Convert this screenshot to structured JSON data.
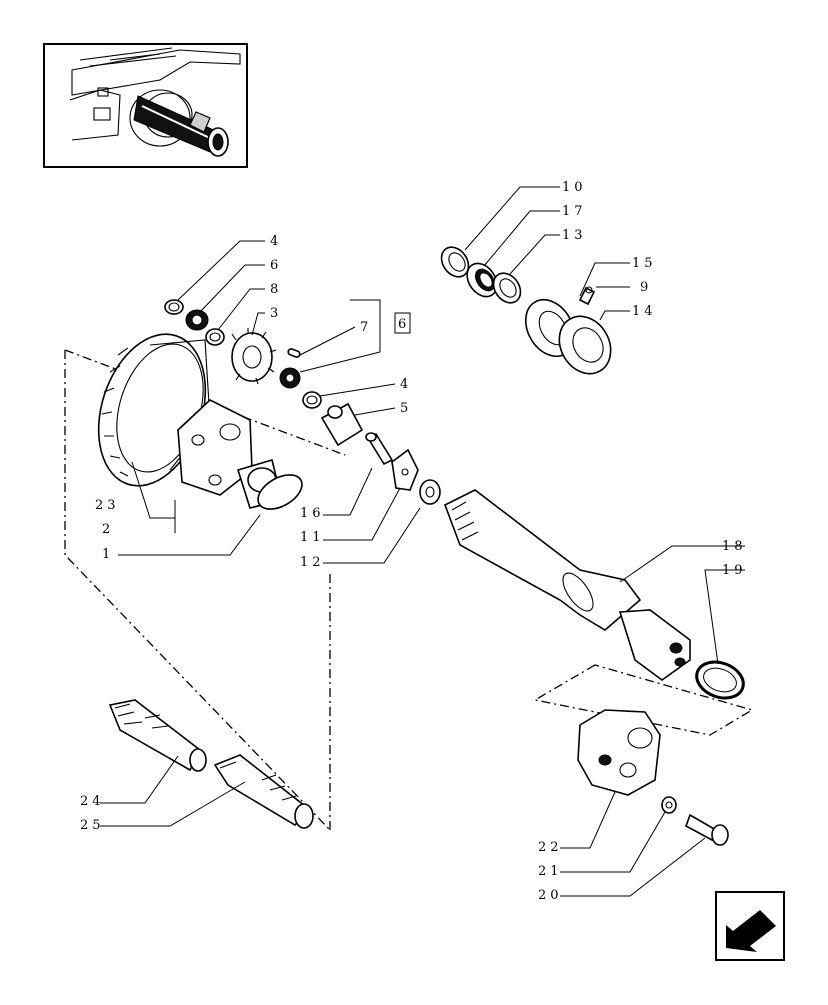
{
  "diagram": {
    "labels": {
      "l1": "1",
      "l2": "2",
      "l3": "3",
      "l4a": "4",
      "l4b": "4",
      "l5": "5",
      "l6": "6",
      "l6box": "6",
      "l7": "7",
      "l8": "8",
      "l9": "9",
      "l10": "10",
      "l11": "11",
      "l12": "12",
      "l13": "13",
      "l14": "14",
      "l15": "15",
      "l16": "16",
      "l17": "17",
      "l18": "18",
      "l19": "19",
      "l20": "20",
      "l21": "21",
      "l22": "22",
      "l23": "23",
      "l24": "24",
      "l25": "25"
    },
    "icons": {
      "thumbnail": "pto-housing-thumbnail-icon",
      "nav": "navigate-back-arrow-icon"
    }
  }
}
